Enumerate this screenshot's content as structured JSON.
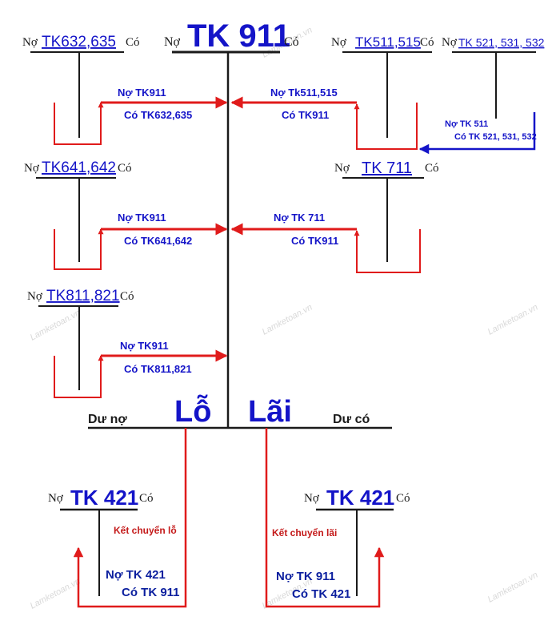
{
  "colors": {
    "black": "#1a1a1a",
    "blue": "#1414c8",
    "red": "#e01b1b",
    "dark_red": "#c41a1a",
    "navy": "#0a1e9e"
  },
  "center": {
    "left_label": "Nợ",
    "title": "TK 911",
    "right_label": "Có",
    "loss": "Lỗ",
    "profit": "Lãi",
    "debit_balance": "Dư nợ",
    "credit_balance": "Dư có"
  },
  "left_accounts": [
    {
      "debit": "Nợ",
      "name": "TK632,635",
      "credit": "Có",
      "entry_debit": "Nợ TK911",
      "entry_credit": "Có TK632,635"
    },
    {
      "debit": "Nợ",
      "name": "TK641,642",
      "credit": "Có",
      "entry_debit": "Nợ TK911",
      "entry_credit": "Có TK641,642"
    },
    {
      "debit": "Nợ",
      "name": "TK811,821",
      "credit": "Có",
      "entry_debit": "Nợ TK911",
      "entry_credit": "Có TK811,821"
    }
  ],
  "right_accounts": [
    {
      "debit": "Nợ",
      "name": "TK511,515",
      "credit": "Có",
      "entry_debit": "Nợ Tk511,515",
      "entry_credit": "Có TK911"
    },
    {
      "debit": "Nợ",
      "name": "TK 711",
      "credit": "Có",
      "entry_debit": "Nợ TK 711",
      "entry_credit": "Có TK911"
    }
  ],
  "deduction_account": {
    "debit": "Nợ",
    "name": "TK 521, 531, 532",
    "entry_debit": "Nợ TK 511",
    "entry_credit": "Có TK 521, 531, 532"
  },
  "bottom_left": {
    "debit": "Nợ",
    "name": "TK 421",
    "credit": "Có",
    "transfer": "Kết chuyển lỗ",
    "entry_debit": "Nợ TK 421",
    "entry_credit": "Có TK 911"
  },
  "bottom_right": {
    "debit": "Nợ",
    "name": "TK 421",
    "credit": "Có",
    "transfer": "Kết chuyển lãi",
    "entry_debit": "Nợ TK 911",
    "entry_credit": "Có TK 421"
  },
  "watermark": "Lamketoan.vn"
}
